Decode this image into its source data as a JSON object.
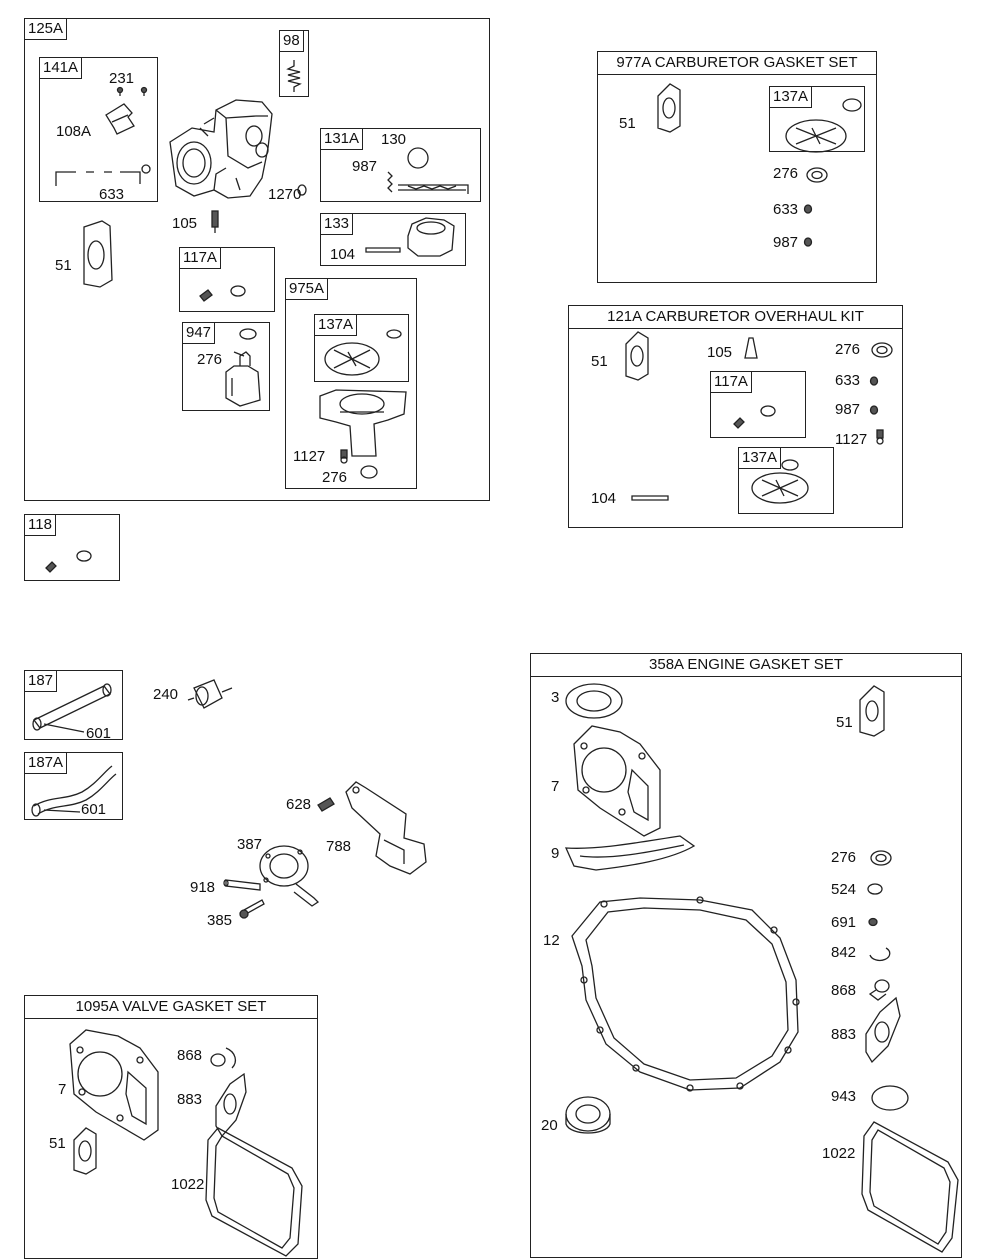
{
  "boxes": {
    "b125a": "125A",
    "b141a": "141A",
    "b98": "98",
    "b131a": "131A",
    "b133": "133",
    "b117a": "117A",
    "b975a": "975A",
    "b137a_975": "137A",
    "b947": "947",
    "b118": "118",
    "b977a": "977A CARBURETOR GASKET SET",
    "b137a_977": "137A",
    "b121a": "121A CARBURETOR OVERHAUL KIT",
    "b117a_121": "117A",
    "b137a_121": "137A",
    "b187": "187",
    "b187a": "187A",
    "b358a": "358A ENGINE GASKET SET",
    "b1095a": "1095A VALVE GASKET SET"
  },
  "callouts": {
    "n231": "231",
    "n108a": "108A",
    "n633_141": "633",
    "n1270": "1270",
    "n105": "105",
    "n51_125": "51",
    "n130": "130",
    "n987_131": "987",
    "n104_133": "104",
    "n276_947": "276",
    "n1127_975": "1127",
    "n276_975": "276",
    "n51_977": "51",
    "n276_977": "276",
    "n633_977": "633",
    "n987_977": "987",
    "n51_121": "51",
    "n105_121": "105",
    "n276_121": "276",
    "n633_121": "633",
    "n987_121": "987",
    "n1127_121": "1127",
    "n104_121": "104",
    "n240": "240",
    "n601_187": "601",
    "n601_187a": "601",
    "n628": "628",
    "n387": "387",
    "n788": "788",
    "n918": "918",
    "n385": "385",
    "n3": "3",
    "n7_358": "7",
    "n9": "9",
    "n12": "12",
    "n20": "20",
    "n51_358": "51",
    "n276_358": "276",
    "n524": "524",
    "n691": "691",
    "n842": "842",
    "n868_358": "868",
    "n883_358": "883",
    "n943": "943",
    "n1022_358": "1022",
    "n7_1095": "7",
    "n51_1095": "51",
    "n868_1095": "868",
    "n883_1095": "883",
    "n1022_1095": "1022"
  }
}
